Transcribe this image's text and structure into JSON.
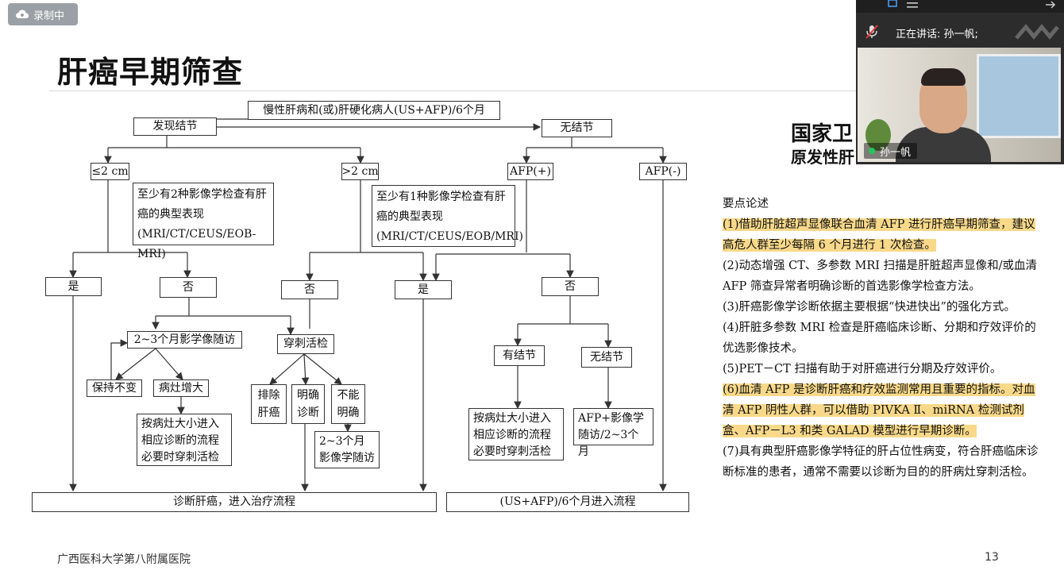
{
  "recording": {
    "label": "录制中"
  },
  "slide": {
    "title": "肝癌早期筛查",
    "footer": "广西医科大学第八附属医院",
    "page_number": "13"
  },
  "flow": {
    "top": "慢性肝病和(或)肝硬化病人(US+AFP)/6个月",
    "nodule": "发现结节",
    "no_nodule": "无结节",
    "le2": "≤2 cm",
    "gt2": ">2 cm",
    "afp_pos": "AFP(+)",
    "afp_neg": "AFP(-)",
    "crit2": "至少有2种影像学检查有肝癌的典型表现(MRI/CT/CEUS/EOB-MRI)",
    "crit1": "至少有1种影像学检查有肝癌的典型表现(MRI/CT/CEUS/EOB/MRI)",
    "yes1": "是",
    "no1": "否",
    "no2": "否",
    "yes2": "是",
    "no3": "否",
    "followup": "2~3个月影学像随访",
    "biopsy": "穿刺活检",
    "stable": "保持不变",
    "grow": "病灶增大",
    "exclude": "排除肝癌",
    "confirm": "明确诊断",
    "unclear": "不能明确",
    "size_proc": "按病灶大小进入相应诊断的流程必要时穿刺活检",
    "followup2": "2~3个月影像学随访",
    "has_nodule": "有结节",
    "no_nodule2": "无结节",
    "size_proc2": "按病灶大小进入相应诊断的流程必要时穿刺活检",
    "afp_img": "AFP+影像学随访/2~3个月",
    "diagnose": "诊断肝癌，进入治疗流程",
    "usafp": "(US+AFP)/6个月进入流程"
  },
  "points": {
    "heading": "要点论述",
    "p1": "(1)借助肝脏超声显像联合血清 AFP 进行肝癌早期筛查，建议高危人群至少每隔 6 个月进行 1 次检查。",
    "p2": "(2)动态增强 CT、多参数 MRI 扫描是肝脏超声显像和/或血清 AFP 筛查异常者明确诊断的首选影像学检查方法。",
    "p3": "(3)肝癌影像学诊断依据主要根据“快进快出”的强化方式。",
    "p4": "(4)肝脏多参数 MRI 检查是肝癌临床诊断、分期和疗效评价的优选影像技术。",
    "p5": "(5)PET－CT 扫描有助于对肝癌进行分期及疗效评价。",
    "p6": "(6)血清 AFP 是诊断肝癌和疗效监测常用且重要的指标。对血清 AFP 阴性人群，可以借助 PIVKA Ⅱ、miRNA 检测试剂盒、AFP－L3 和类 GALAD 模型进行早期诊断。",
    "p7": "(7)具有典型肝癌影像学特征的肝占位性病变，符合肝癌临床诊断标准的患者，通常不需要以诊断为目的的肝病灶穿刺活检。"
  },
  "behind_text": {
    "line1": "国家卫",
    "line2": "原发性肝"
  },
  "video": {
    "speaking": "正在讲话: 孙一帆;",
    "name": "孙一帆"
  },
  "colors": {
    "highlight": "#f8d98a",
    "recording_bg": "#9aa0a6"
  }
}
